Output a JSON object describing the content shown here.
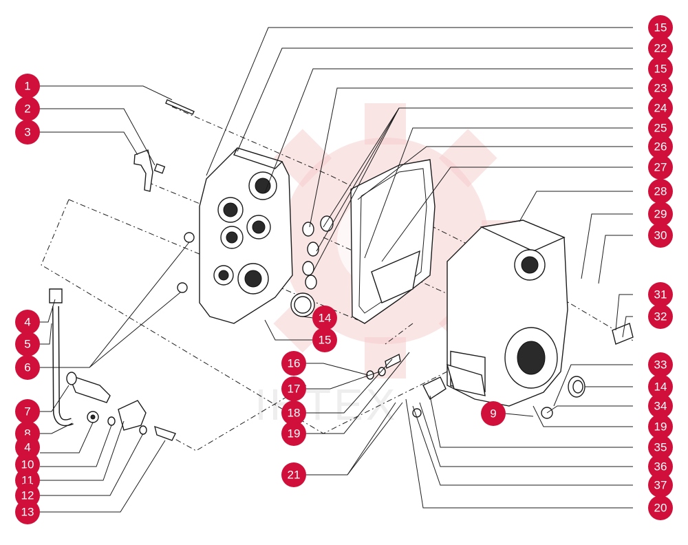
{
  "watermark": {
    "text": "IHTEX",
    "gear_color": "#f5c6c6"
  },
  "callout_color": "#d0103a",
  "callouts": [
    {
      "id": "c1",
      "label": "1"
    },
    {
      "id": "c2",
      "label": "2"
    },
    {
      "id": "c3",
      "label": "3"
    },
    {
      "id": "c4a",
      "label": "4"
    },
    {
      "id": "c5",
      "label": "5"
    },
    {
      "id": "c6",
      "label": "6"
    },
    {
      "id": "c7",
      "label": "7"
    },
    {
      "id": "c8",
      "label": "8"
    },
    {
      "id": "c4b",
      "label": "4"
    },
    {
      "id": "c10",
      "label": "10"
    },
    {
      "id": "c11",
      "label": "11"
    },
    {
      "id": "c12",
      "label": "12"
    },
    {
      "id": "c13",
      "label": "13"
    },
    {
      "id": "c14a",
      "label": "14"
    },
    {
      "id": "c15a",
      "label": "15"
    },
    {
      "id": "c16",
      "label": "16"
    },
    {
      "id": "c17",
      "label": "17"
    },
    {
      "id": "c18",
      "label": "18"
    },
    {
      "id": "c19a",
      "label": "19"
    },
    {
      "id": "c21",
      "label": "21"
    },
    {
      "id": "c9",
      "label": "9"
    },
    {
      "id": "c15b",
      "label": "15"
    },
    {
      "id": "c22",
      "label": "22"
    },
    {
      "id": "c15c",
      "label": "15"
    },
    {
      "id": "c23",
      "label": "23"
    },
    {
      "id": "c24",
      "label": "24"
    },
    {
      "id": "c25",
      "label": "25"
    },
    {
      "id": "c26",
      "label": "26"
    },
    {
      "id": "c27",
      "label": "27"
    },
    {
      "id": "c28",
      "label": "28"
    },
    {
      "id": "c29",
      "label": "29"
    },
    {
      "id": "c30",
      "label": "30"
    },
    {
      "id": "c31",
      "label": "31"
    },
    {
      "id": "c32",
      "label": "32"
    },
    {
      "id": "c33",
      "label": "33"
    },
    {
      "id": "c14b",
      "label": "14"
    },
    {
      "id": "c34",
      "label": "34"
    },
    {
      "id": "c19b",
      "label": "19"
    },
    {
      "id": "c35",
      "label": "35"
    },
    {
      "id": "c36",
      "label": "36"
    },
    {
      "id": "c37",
      "label": "37"
    },
    {
      "id": "c20",
      "label": "20"
    }
  ]
}
